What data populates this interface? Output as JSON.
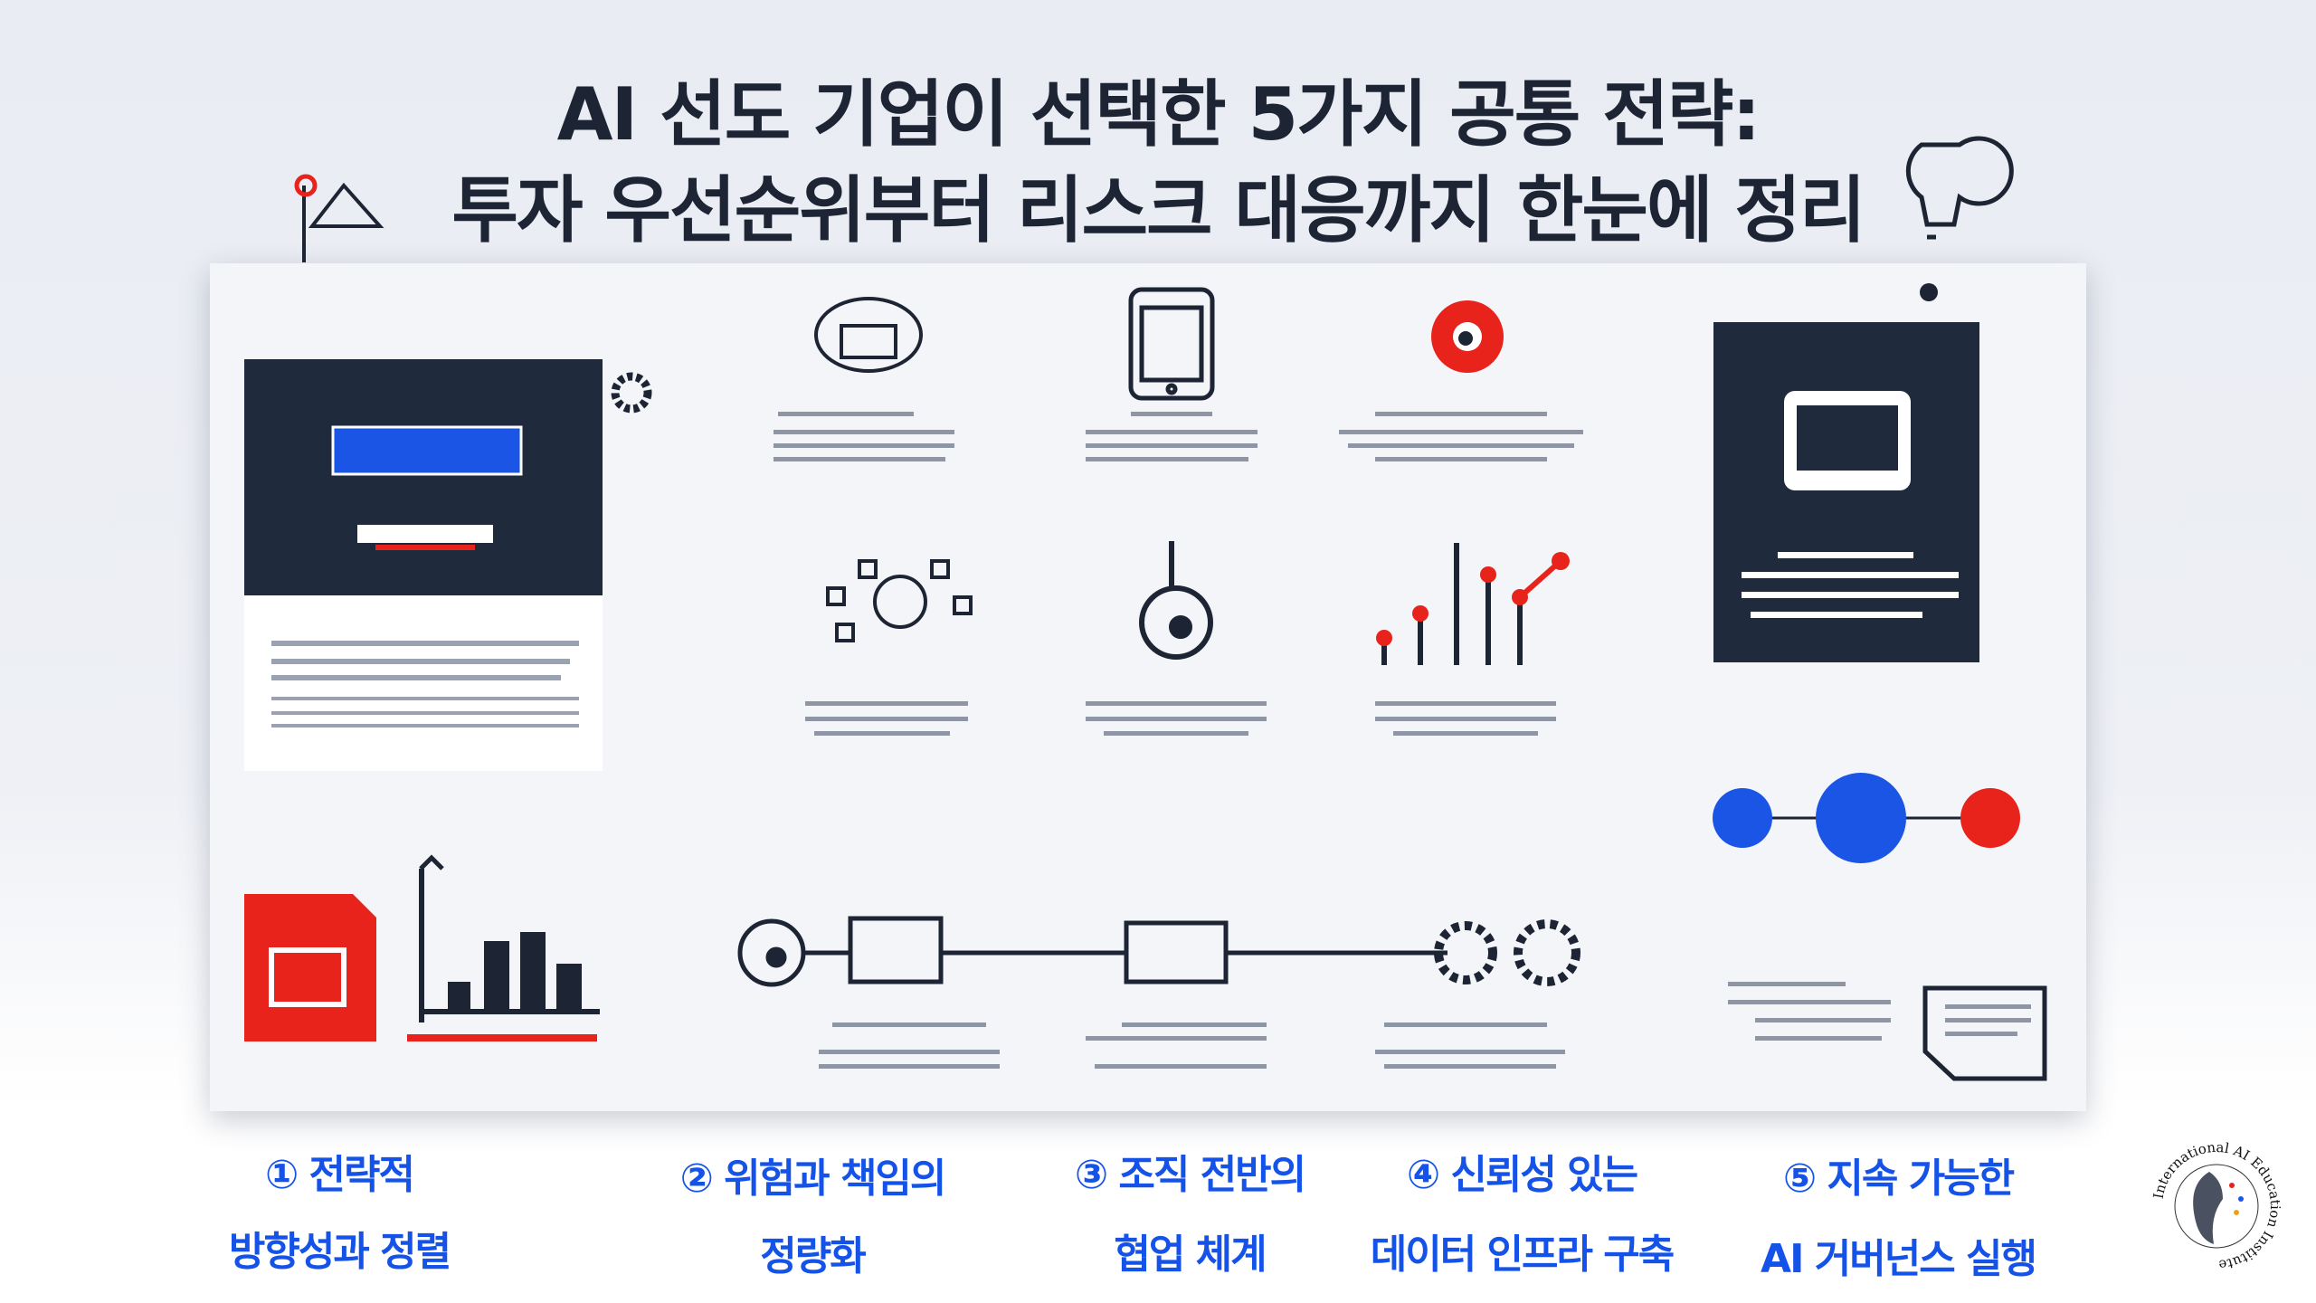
{
  "title": {
    "line1": "AI 선도 기업이 선택한 5가지 공통 전략:",
    "line2": "투자 우선순위부터 리스크 대응까지 한눈에 정리"
  },
  "strategies": [
    {
      "line1": "① 전략적",
      "line2": "방향성과 정렬"
    },
    {
      "line1": "② 위험과 책임의",
      "line2": "정량화"
    },
    {
      "line1": "③ 조직 전반의",
      "line2": "협업 체계"
    },
    {
      "line1": "④ 신뢰성 있는",
      "line2": "데이터 인프라 구축"
    },
    {
      "line1": "⑤ 지속 가능한",
      "line2": "AI 거버넌스 실행"
    }
  ],
  "logo": {
    "text": "International AI Education Institute"
  },
  "colors": {
    "accent_blue": "#1553e8",
    "accent_red": "#e8231c",
    "navy": "#1f2a3d"
  },
  "icons": [
    "flag-mountain-icon",
    "lightbulb-icon",
    "gear-icon",
    "clipboard-icon",
    "tablet-icon",
    "target-check-icon",
    "network-icon",
    "pendulum-target-icon",
    "growth-chart-icon",
    "monitor-icon",
    "document-icon",
    "bar-chart-icon",
    "workflow-icon",
    "gears-icon",
    "note-icon"
  ]
}
